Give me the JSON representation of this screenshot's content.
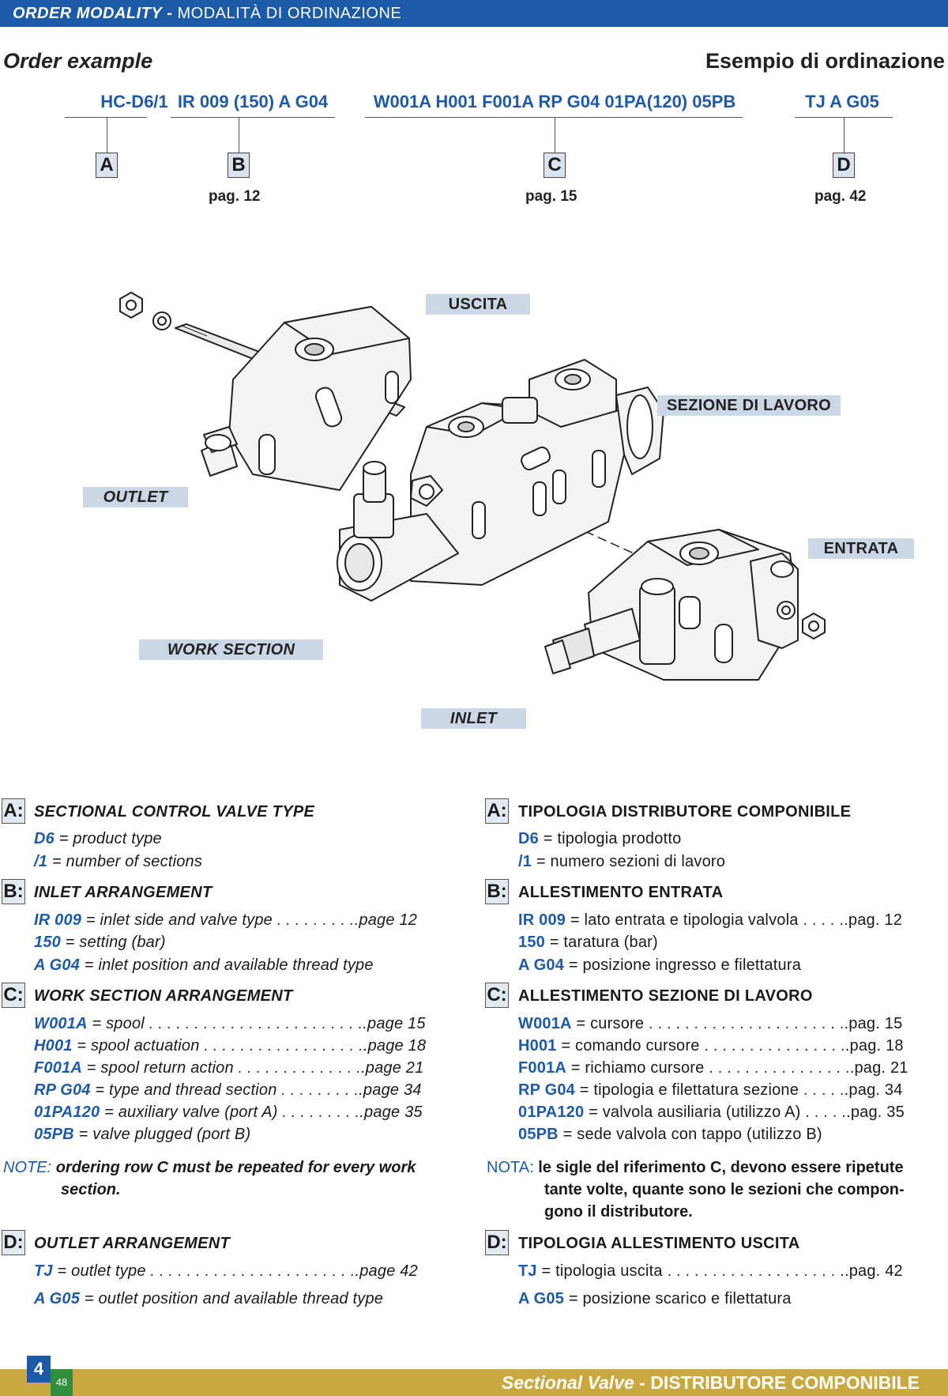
{
  "header": {
    "title_en": "ORDER MODALITY",
    "separator": "-",
    "title_it": "MODALITÀ DI ORDINAZIONE"
  },
  "example": {
    "heading_en": "Order example",
    "heading_it": "Esempio di ordinazione",
    "codes": [
      {
        "code": "HC-D6/1",
        "letter": "A",
        "page": ""
      },
      {
        "code": "IR 009 (150) A G04",
        "letter": "B",
        "page": "pag. 12"
      },
      {
        "code": "W001A H001 F001A RP G04 01PA(120) 05PB",
        "letter": "C",
        "page": "pag. 15"
      },
      {
        "code": "TJ A G05",
        "letter": "D",
        "page": "pag. 42"
      }
    ]
  },
  "diagram": {
    "labels": {
      "uscita": "USCITA",
      "sezione": "SEZIONE DI LAVORO",
      "outlet": "OUTLET",
      "entrata": "ENTRATA",
      "work_section": "WORK SECTION",
      "inlet": "INLET"
    }
  },
  "en": {
    "A": {
      "letter": "A:",
      "title": "SECTIONAL CONTROL VALVE TYPE",
      "rows": [
        {
          "code": "D6",
          "text": "= product type",
          "page": ""
        },
        {
          "code": "/1",
          "text": "= number of sections",
          "page": ""
        }
      ]
    },
    "B": {
      "letter": "B:",
      "title": "INLET ARRANGEMENT",
      "rows": [
        {
          "code": "IR 009",
          "text": "= inlet side and valve type",
          "page": ".page 12"
        },
        {
          "code": "150",
          "text": "= setting (bar)",
          "page": ""
        },
        {
          "code": "A G04",
          "text": "= inlet position and available thread type",
          "page": ""
        }
      ]
    },
    "C": {
      "letter": "C:",
      "title": "WORK SECTION ARRANGEMENT",
      "rows": [
        {
          "code": "W001A",
          "text": "= spool",
          "page": ".page 15"
        },
        {
          "code": "H001",
          "text": "= spool actuation",
          "page": ".page 18"
        },
        {
          "code": "F001A",
          "text": "= spool return action",
          "page": ".page 21"
        },
        {
          "code": "RP G04",
          "text": "= type and thread section",
          "page": ".page 34"
        },
        {
          "code": "01PA120",
          "text": "= auxiliary valve (port A)",
          "page": ".page 35"
        },
        {
          "code": "05PB",
          "text": "= valve plugged (port B)",
          "page": ""
        }
      ]
    },
    "note": {
      "label": "NOTE:",
      "line1": "ordering row C must be repeated for every work",
      "line2": "section."
    },
    "D": {
      "letter": "D:",
      "title": "OUTLET ARRANGEMENT",
      "rows": [
        {
          "code": "TJ",
          "text": "= outlet type",
          "page": ".page 42"
        },
        {
          "code": "A G05",
          "text": "= outlet position and available thread type",
          "page": ""
        }
      ]
    }
  },
  "it": {
    "A": {
      "letter": "A:",
      "title": "TIPOLOGIA DISTRIBUTORE COMPONIBILE",
      "rows": [
        {
          "code": "D6",
          "text": "= tipologia prodotto",
          "page": ""
        },
        {
          "code": "/1",
          "text": "= numero sezioni di lavoro",
          "page": ""
        }
      ]
    },
    "B": {
      "letter": "B:",
      "title": "ALLESTIMENTO ENTRATA",
      "rows": [
        {
          "code": "IR 009",
          "text": "= lato entrata e tipologia valvola",
          "page": ".pag. 12"
        },
        {
          "code": "150",
          "text": "= taratura (bar)",
          "page": ""
        },
        {
          "code": "A G04",
          "text": "= posizione ingresso e filettatura",
          "page": ""
        }
      ]
    },
    "C": {
      "letter": "C:",
      "title": "ALLESTIMENTO SEZIONE DI LAVORO",
      "rows": [
        {
          "code": "W001A",
          "text": "= cursore",
          "page": ".pag. 15"
        },
        {
          "code": "H001",
          "text": "= comando cursore",
          "page": ".pag. 18"
        },
        {
          "code": "F001A",
          "text": "= richiamo cursore",
          "page": ".pag. 21"
        },
        {
          "code": "RP G04",
          "text": "= tipologia e filettatura sezione",
          "page": ".pag. 34"
        },
        {
          "code": "01PA120",
          "text": "= valvola ausiliaria (utilizzo A)",
          "page": ".pag. 35"
        },
        {
          "code": "05PB",
          "text": "= sede valvola con tappo (utilizzo B)",
          "page": ""
        }
      ]
    },
    "note": {
      "label": "NOTA:",
      "line1": "le sigle del riferimento C, devono essere ripetute",
      "line2": "tante volte, quante sono le sezioni che compon-",
      "line3": "gono il distributore."
    },
    "D": {
      "letter": "D:",
      "title": "TIPOLOGIA ALLESTIMENTO USCITA",
      "rows": [
        {
          "code": "TJ",
          "text": "= tipologia uscita",
          "page": ".pag. 42"
        },
        {
          "code": "A G05",
          "text": "= posizione scarico e filettatura",
          "page": ""
        }
      ]
    }
  },
  "footer": {
    "page_number": "4",
    "page_number_small": "48",
    "title_en": "Sectional Valve",
    "separator": "-",
    "title_it": "DISTRIBUTORE COMPONIBILE"
  }
}
